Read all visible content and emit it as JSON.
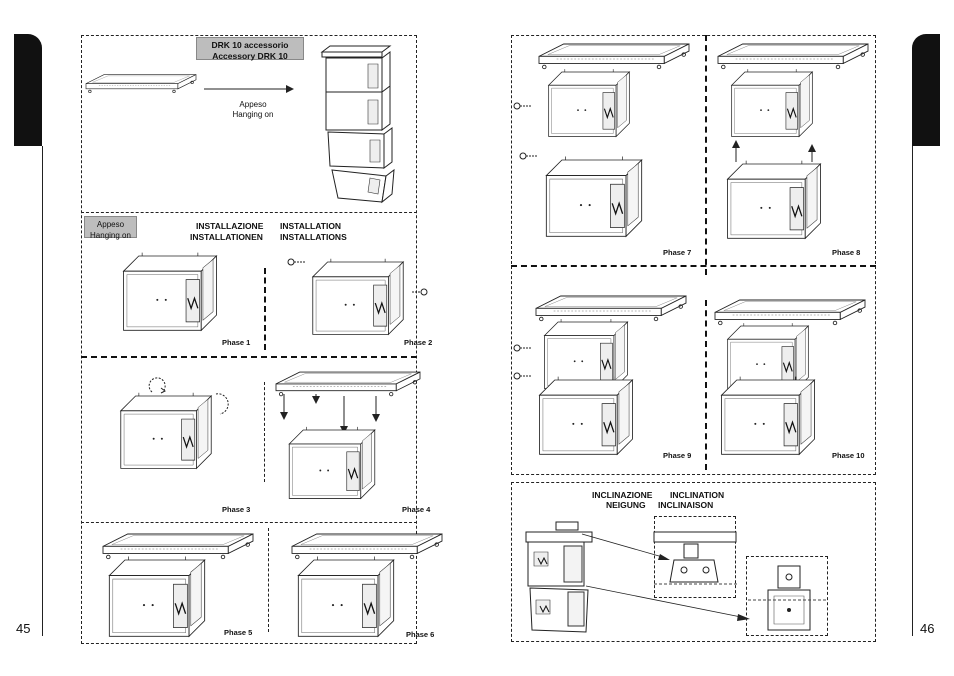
{
  "left_page": {
    "page_number": "45",
    "accessory_label_line1": "DRK 10 accessorio",
    "accessory_label_line2": "Accessory DRK 10",
    "appeso_line1": "Appeso",
    "appeso_line2": "Hanging on",
    "tag_line1": "Appeso",
    "tag_line2": "Hanging on",
    "install_it": "INSTALLAZIONE",
    "install_en": "INSTALLATION",
    "install_de": "INSTALLATIONEN",
    "install_fr": "INSTALLATIONS",
    "phases": [
      "Phase 1",
      "Phase 2",
      "Phase 3",
      "Phase 4",
      "Phase 5",
      "Phase 6"
    ]
  },
  "right_page": {
    "page_number": "46",
    "phases": [
      "Phase 7",
      "Phase 8",
      "Phase 9",
      "Phase 10"
    ],
    "tilt_it": "INCLINAZIONE",
    "tilt_en": "INCLINATION",
    "tilt_de": "NEIGUNG",
    "tilt_fr": "INCLINAISON"
  },
  "colors": {
    "tab": "#111111",
    "label_box": "#bdbdbd"
  }
}
